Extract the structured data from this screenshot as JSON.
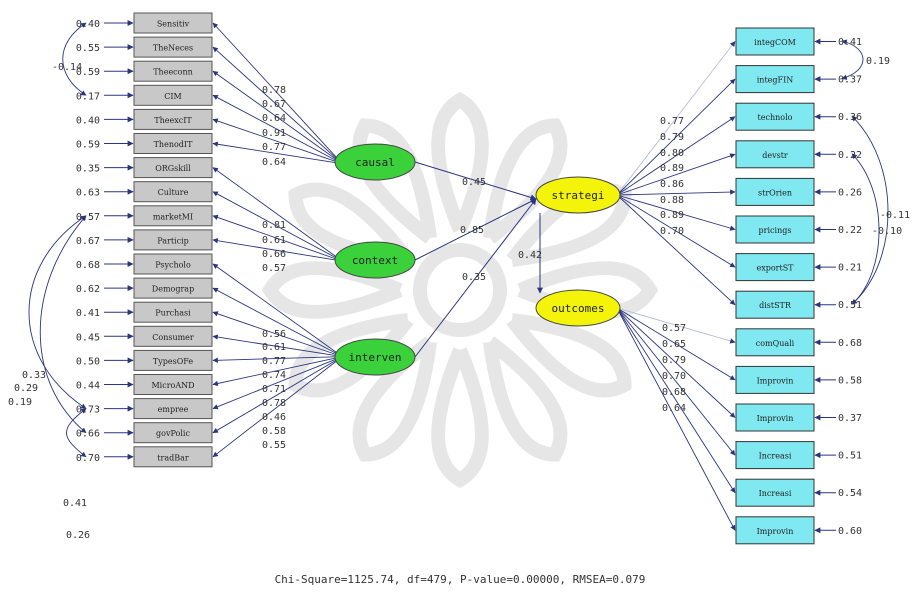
{
  "colors": {
    "left_box_fill": "#c8c8c8",
    "right_box_fill": "#7fe8f0",
    "exo_latent_fill": "#3bd13b",
    "endo_latent_fill": "#f4f40a",
    "path_color": "#2a3580",
    "watermark": "#e2e2e2"
  },
  "latents": {
    "causal": "causal",
    "context": "context",
    "interven": "interven",
    "strategi": "strategi",
    "outcomes": "outcomes"
  },
  "left_indicators": [
    {
      "label": "Sensitiv",
      "error": "0.40"
    },
    {
      "label": "TheNeces",
      "error": "0.55"
    },
    {
      "label": "Theeconn",
      "error": "0.59"
    },
    {
      "label": "CIM",
      "error": "0.17"
    },
    {
      "label": "TheexcIT",
      "error": "0.40"
    },
    {
      "label": "ThenodIT",
      "error": "0.59"
    },
    {
      "label": "ORGskill",
      "error": "0.35"
    },
    {
      "label": "Culture",
      "error": "0.63"
    },
    {
      "label": "marketMI",
      "error": "0.57"
    },
    {
      "label": "Particip",
      "error": "0.67"
    },
    {
      "label": "Psycholo",
      "error": "0.68"
    },
    {
      "label": "Demograp",
      "error": "0.62"
    },
    {
      "label": "Purchasi",
      "error": "0.41"
    },
    {
      "label": "Consumer",
      "error": "0.45"
    },
    {
      "label": "TypesOFe",
      "error": "0.50"
    },
    {
      "label": "MicroAND",
      "error": "0.44"
    },
    {
      "label": "empree",
      "error": "0.73"
    },
    {
      "label": "govPolic",
      "error": "0.66"
    },
    {
      "label": "tradBar",
      "error": "0.70"
    }
  ],
  "right_indicators": [
    {
      "label": "integCOM",
      "error": "0.41"
    },
    {
      "label": "integFIN",
      "error": "0.37"
    },
    {
      "label": "technolo",
      "error": "0.36"
    },
    {
      "label": "devstr",
      "error": "0.22"
    },
    {
      "label": "strOrien",
      "error": "0.26"
    },
    {
      "label": "pricings",
      "error": "0.22"
    },
    {
      "label": "exportST",
      "error": "0.21"
    },
    {
      "label": "distSTR",
      "error": "0.51"
    },
    {
      "label": "comQuali",
      "error": "0.68"
    },
    {
      "label": "Improvin",
      "error": "0.58"
    },
    {
      "label": "Improvin",
      "error": "0.37"
    },
    {
      "label": "Increasi",
      "error": "0.51"
    },
    {
      "label": "Increasi",
      "error": "0.54"
    },
    {
      "label": "Improvin",
      "error": "0.60"
    }
  ],
  "loadings": {
    "causal": [
      "0.78",
      "0.67",
      "0.64",
      "0.91",
      "0.77",
      "0.64"
    ],
    "context": [
      "0.81",
      "0.61",
      "0.66",
      "0.57"
    ],
    "interven": [
      "0.56",
      "0.61",
      "0.77",
      "0.74",
      "0.71",
      "0.78",
      "0.46",
      "0.58",
      "0.55"
    ],
    "strategi": [
      "0.77",
      "0.79",
      "0.80",
      "0.89",
      "0.86",
      "0.88",
      "0.89",
      "0.70"
    ],
    "outcomes": [
      "0.57",
      "0.65",
      "0.79",
      "0.70",
      "0.68",
      "0.64"
    ]
  },
  "structural": {
    "causal_strategi": "0.45",
    "context_strategi": "0.85",
    "interven_strategi": "0.35",
    "strategi_outcomes": "0.42"
  },
  "error_covariances": {
    "left_sensitiv_cim": "-0.14",
    "left_cov_a": "0.33",
    "left_cov_b": "0.29",
    "left_cov_c": "0.19",
    "left_cov_d": "0.41",
    "left_cov_e": "0.26",
    "right_integ": "0.19",
    "right_techno_dist": "-0.11",
    "right_devstr_dist": "-0.10"
  },
  "fit_statistics": "Chi-Square=1125.74, df=479, P-value=0.00000, RMSEA=0.079"
}
